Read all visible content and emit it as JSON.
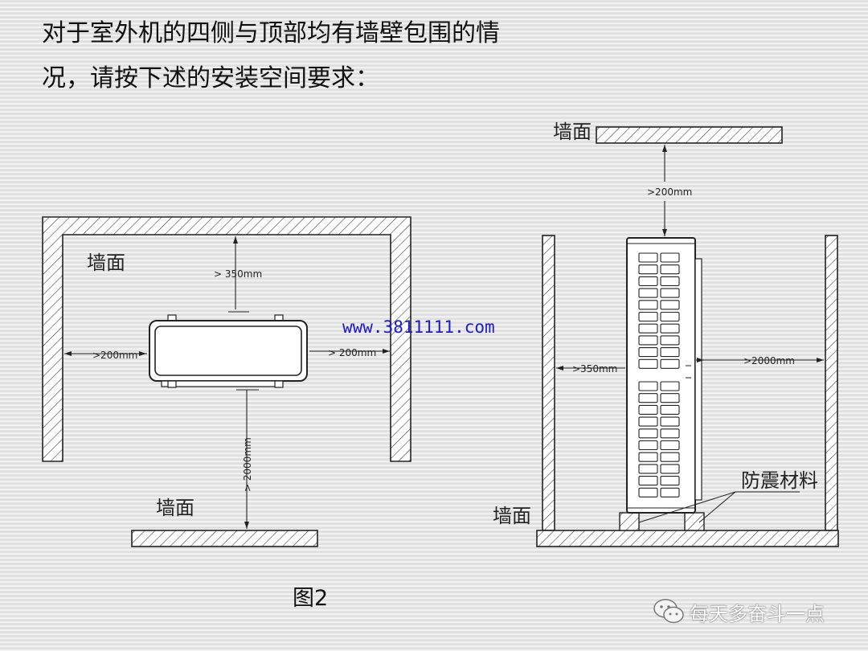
{
  "heading": {
    "line1": "对于室外机的四侧与顶部均有墙壁包围的情",
    "line2": "况，请按下述的安装空间要求："
  },
  "left_diagram": {
    "wall_label_top": "墙面",
    "wall_label_bottom": "墙面",
    "dim_top": "> 350mm",
    "dim_left": ">200mm",
    "dim_right": "> 200mm",
    "dim_bottom": "> 2000mm"
  },
  "right_diagram": {
    "wall_label_top": "墙面",
    "wall_label_bottom": "墙面",
    "dim_top": ">200mm",
    "dim_left": ">350mm",
    "dim_right": ">2000mm",
    "damping_label": "防震材料"
  },
  "url_text": "www.3811111.com",
  "figure_caption": "图2",
  "watermark": {
    "icon": "wechat-icon",
    "text": "每天多奋斗一点"
  }
}
